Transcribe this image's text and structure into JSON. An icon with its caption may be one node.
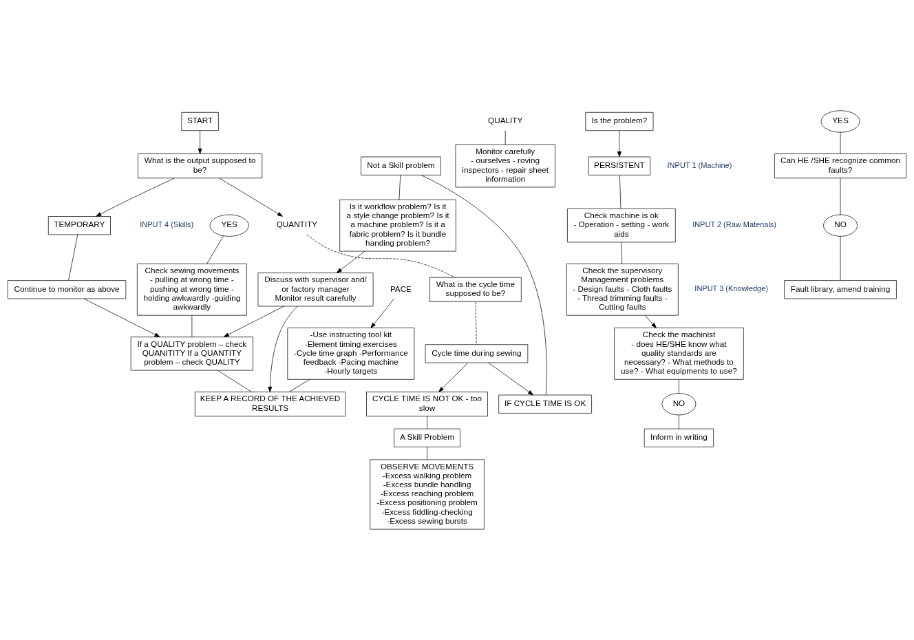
{
  "diagram": {
    "nodes": [
      {
        "text": [
          "START"
        ]
      },
      {
        "text": [
          "What is the output supposed to be?"
        ]
      },
      {
        "text": [
          "QUALITY"
        ]
      },
      {
        "text": [
          "Monitor carefully",
          "- ourselves - roving inspectors - repair sheet information"
        ]
      },
      {
        "text": [
          "Is the problem?"
        ]
      },
      {
        "text": [
          "QUANTITY"
        ]
      },
      {
        "text": [
          "PERSISTENT"
        ]
      },
      {
        "text": [
          "TEMPORARY"
        ]
      },
      {
        "text": [
          "What is the cycle time supposed to be?"
        ]
      },
      {
        "text": [
          "Cycle time during sewing"
        ]
      },
      {
        "text": [
          "Check machine is ok",
          "- Operation - setting - work aids"
        ]
      },
      {
        "text": [
          "Continue to monitor as above"
        ]
      },
      {
        "text": [
          "Not a Skill problem"
        ]
      },
      {
        "text": [
          "IF CYCLE TIME IS OK"
        ]
      },
      {
        "text": [
          "CYCLE TIME IS NOT OK - too slow"
        ]
      },
      {
        "text": [
          "A Skill Problem"
        ]
      },
      {
        "text": [
          "Check the supervisory Management problems",
          "- Design faults - Cloth faults - Thread trimming faults - Cutting faults"
        ]
      },
      {
        "text": [
          "Is it workflow problem? Is it a style change problem? Is it a machine problem? Is it a fabric problem? Is it bundle handing problem?"
        ]
      },
      {
        "text": [
          "OBSERVE MOVEMENTS",
          "-Excess walking problem -Excess bundle handling -Excess reaching problem -Excess positioning problem -Excess fiddling-checking -Excess sewing bursts"
        ]
      },
      {
        "text": [
          "Check the machinist",
          "- does HE/SHE know what quality standards are necessary? - What methods to use? - What equipments to use?"
        ]
      },
      {
        "text": [
          "YES"
        ]
      },
      {
        "text": [
          "NO"
        ]
      },
      {
        "text": [
          "Inform in writing"
        ]
      },
      {
        "text": [
          "Can HE /SHE recognize common faults?"
        ]
      },
      {
        "text": [
          "Discuss with supervisor and/ or factory manager",
          "Monitor result carefully"
        ]
      },
      {
        "text": [
          "PACE"
        ]
      },
      {
        "text": [
          "-Use instructing tool kit -Element timing exercises -Cycle time graph -Performance feedback -Pacing machine -Hourly targets"
        ]
      },
      {
        "text": [
          "YES"
        ]
      },
      {
        "text": [
          "NO"
        ]
      },
      {
        "text": [
          "Fault library, amend training"
        ]
      },
      {
        "text": [
          "Check sewing movements",
          "- pulling at wrong time - pushing at wrong time - holding awkwardly -guiding awkwardly"
        ]
      },
      {
        "text": [
          "If a QUALITY problem – check QUANITITY If a QUANTITY problem – check QUALITY"
        ]
      },
      {
        "text": [
          "KEEP A RECORD OF THE ACHIEVED RESULTS"
        ]
      }
    ],
    "edges": [
      {
        "from": 0,
        "to": 1,
        "arrow": "to"
      },
      {
        "from": 1,
        "to": 7,
        "arrow": "to"
      },
      {
        "from": 1,
        "to": 5,
        "arrow": "to"
      },
      {
        "from": 2,
        "to": 3,
        "arrow": "none"
      },
      {
        "from": 4,
        "to": 6,
        "arrow": "to"
      },
      {
        "from": 5,
        "to": 8,
        "arrow": "none",
        "style": "dashed"
      },
      {
        "from": 8,
        "to": 9,
        "arrow": "none",
        "style": "dashed"
      },
      {
        "from": 9,
        "to": 13,
        "arrow": "to"
      },
      {
        "from": 9,
        "to": 14,
        "arrow": "to"
      },
      {
        "from": 6,
        "to": 10,
        "arrow": "none"
      },
      {
        "from": 7,
        "to": 11,
        "arrow": "none"
      },
      {
        "from": 12,
        "to": 13,
        "arrow": "none"
      },
      {
        "from": 14,
        "to": 15,
        "arrow": "none"
      },
      {
        "from": 10,
        "to": 16,
        "arrow": "none"
      },
      {
        "from": 12,
        "to": 17,
        "arrow": "none"
      },
      {
        "from": 15,
        "to": 18,
        "arrow": "none"
      },
      {
        "from": 16,
        "to": 19,
        "arrow": "to"
      },
      {
        "from": 19,
        "to": 21,
        "arrow": "none"
      },
      {
        "from": 21,
        "to": 22,
        "arrow": "none"
      },
      {
        "from": 20,
        "to": 23,
        "arrow": "none"
      },
      {
        "from": 23,
        "to": 28,
        "arrow": "none"
      },
      {
        "from": 28,
        "to": 29,
        "arrow": "none"
      },
      {
        "from": 27,
        "to": 30,
        "arrow": "none"
      },
      {
        "from": 17,
        "to": 24,
        "arrow": "to"
      },
      {
        "from": 25,
        "to": 26,
        "arrow": "to"
      },
      {
        "from": 24,
        "to": 31,
        "arrow": "to"
      },
      {
        "from": 11,
        "to": 31,
        "arrow": "to"
      },
      {
        "from": 24,
        "to": 32,
        "arrow": "to"
      },
      {
        "from": 26,
        "to": 32,
        "arrow": "none"
      },
      {
        "from": 30,
        "to": 31,
        "arrow": "none"
      },
      {
        "from": 31,
        "to": 32,
        "arrow": "none"
      }
    ],
    "labels": [
      "INPUT 1 (Machine)",
      "INPUT 2 (Raw Materials)",
      "INPUT 3 (Knowledge)",
      "INPUT 4 (Skills)"
    ]
  }
}
